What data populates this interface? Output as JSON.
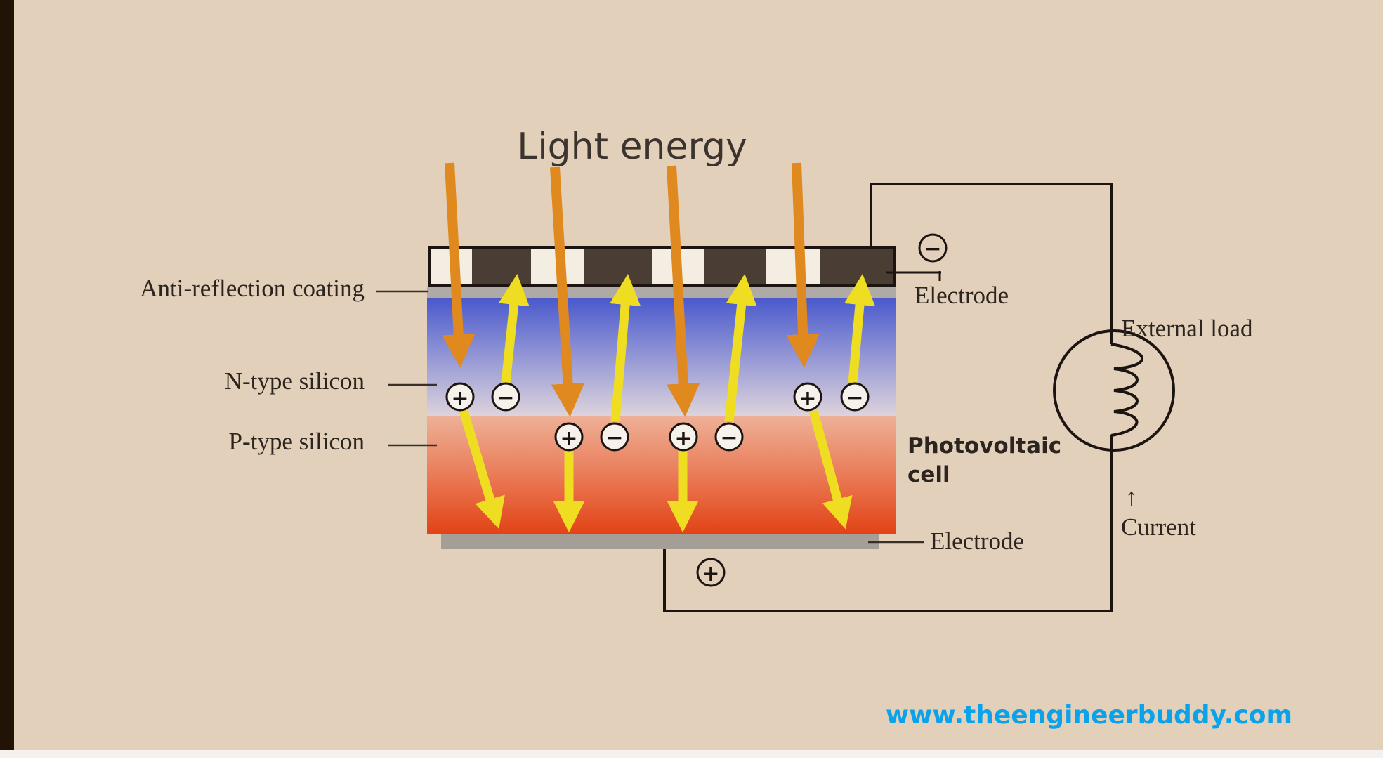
{
  "diagram": {
    "title": "Light energy",
    "labels": {
      "anti_reflection": "Anti-reflection coating",
      "n_type": "N-type silicon",
      "p_type": "P-type silicon",
      "electrode_top": "Electrode",
      "electrode_bottom": "Electrode",
      "external_load": "External load",
      "photovoltaic_line1": "Photovoltaic",
      "photovoltaic_line2": "cell",
      "current_arrow": "↑",
      "current": "Current"
    },
    "symbols": {
      "plus": "+",
      "minus": "−"
    }
  },
  "watermark": "www.theengineerbuddy.com",
  "colors": {
    "background": "#e2d0ba",
    "left_bar": "#221307",
    "electrode_dark": "#4a3d33",
    "coating_gray": "#9e9a96",
    "n_type_top": "#4b5ccd",
    "n_type_bottom": "#d8d0dc",
    "p_type_top": "#eca890",
    "p_type_bottom": "#e4441a",
    "light_ray": "#e0891f",
    "carrier_arrow": "#efdd22",
    "wire": "#1c1410",
    "watermark": "#0aa2ea"
  }
}
